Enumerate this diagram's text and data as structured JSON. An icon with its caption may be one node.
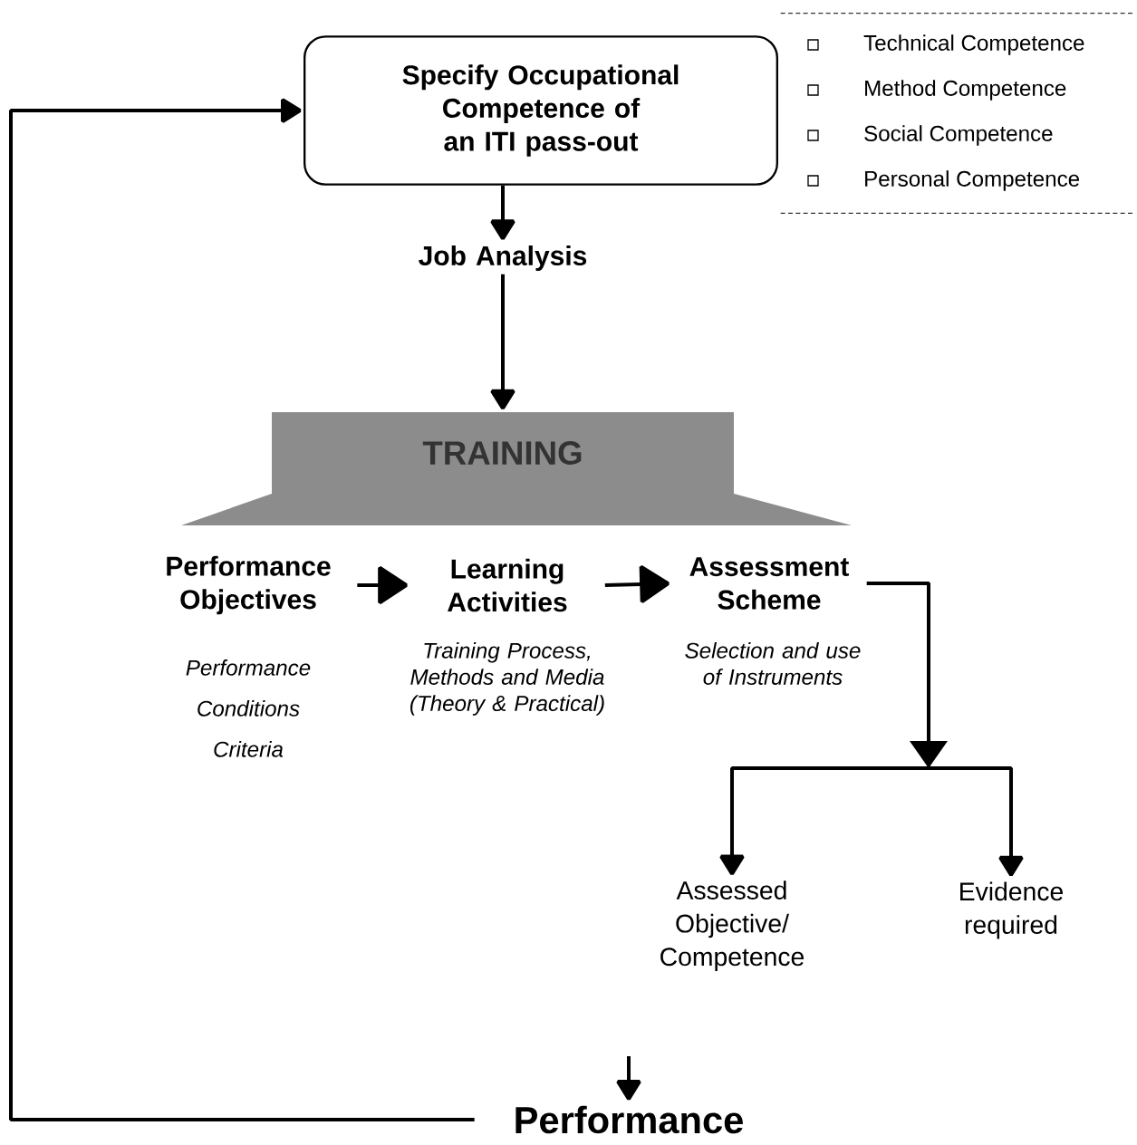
{
  "diagram": {
    "nodes": [
      {
        "text": [
          "Specify Occupational Competence of an ITI pass-out"
        ]
      },
      {
        "text": [
          "Technical Competence",
          "Method Competence",
          "Social Competence",
          "Personal Competence"
        ]
      },
      {
        "text": [
          "Job Analysis"
        ]
      },
      {
        "text": [
          "TRAINING"
        ]
      },
      {
        "text": [
          "Performance Objectives"
        ],
        "beside": [
          "Performance",
          "Conditions",
          "Criteria"
        ]
      },
      {
        "text": [
          "Learning Activities"
        ],
        "beside": [
          "Training Process, Methods and Media (Theory & Practical)"
        ]
      },
      {
        "text": [
          "Assessment Scheme"
        ],
        "beside": [
          "Selection and use of Instruments"
        ]
      },
      {
        "text": [
          "Assessed Objective/ Competence"
        ]
      },
      {
        "text": [
          "Evidence required"
        ]
      },
      {
        "text": [
          "Performance"
        ]
      }
    ],
    "edges": [
      {
        "from": 0,
        "to": 2,
        "arrow": "to"
      },
      {
        "from": 2,
        "to": 3,
        "arrow": "to"
      },
      {
        "from": 4,
        "to": 5,
        "arrow": "to"
      },
      {
        "from": 5,
        "to": 6,
        "arrow": "to"
      },
      {
        "from": 6,
        "to": 7,
        "arrow": "to"
      },
      {
        "from": 6,
        "to": 8,
        "arrow": "to"
      },
      {
        "from": 9,
        "to": 0,
        "arrow": "to"
      },
      {
        "from": null,
        "to": 9,
        "arrow": "to"
      }
    ]
  }
}
